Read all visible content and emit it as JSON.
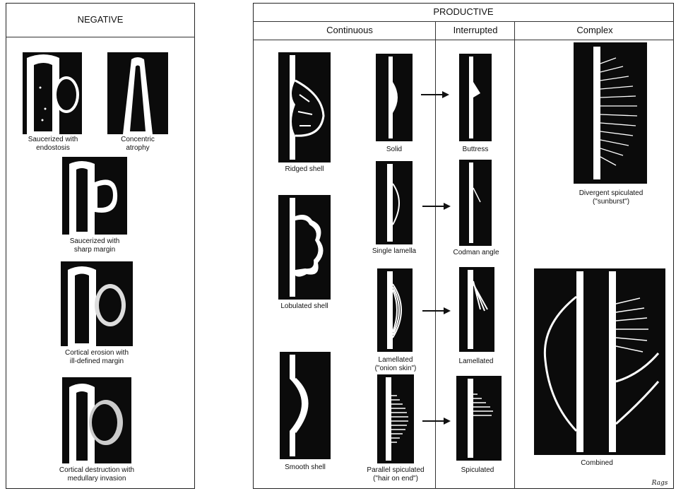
{
  "negative": {
    "title": "NEGATIVE",
    "items": [
      {
        "label": "Saucerized with\nendostosis"
      },
      {
        "label": "Concentric\natrophy"
      },
      {
        "label": "Saucerized with\nsharp margin"
      },
      {
        "label": "Cortical erosion with\nill-defined margin"
      },
      {
        "label": "Cortical destruction with\nmedullary invasion"
      }
    ]
  },
  "productive": {
    "title": "PRODUCTIVE",
    "columns": {
      "continuous": "Continuous",
      "interrupted": "Interrupted",
      "complex": "Complex"
    },
    "shells": [
      {
        "label": "Ridged shell"
      },
      {
        "label": "Lobulated shell"
      },
      {
        "label": "Smooth shell"
      }
    ],
    "continuous": [
      {
        "label": "Solid"
      },
      {
        "label": "Single lamella"
      },
      {
        "label": "Lamellated\n(\"onion skin\")"
      },
      {
        "label": "Parallel spiculated\n(\"hair on end\")"
      }
    ],
    "interrupted": [
      {
        "label": "Buttress"
      },
      {
        "label": "Codman angle"
      },
      {
        "label": "Lamellated"
      },
      {
        "label": "Spiculated"
      }
    ],
    "complex": [
      {
        "label": "Divergent spiculated\n(\"sunburst\")"
      },
      {
        "label": "Combined"
      }
    ]
  },
  "signature": "Rags"
}
